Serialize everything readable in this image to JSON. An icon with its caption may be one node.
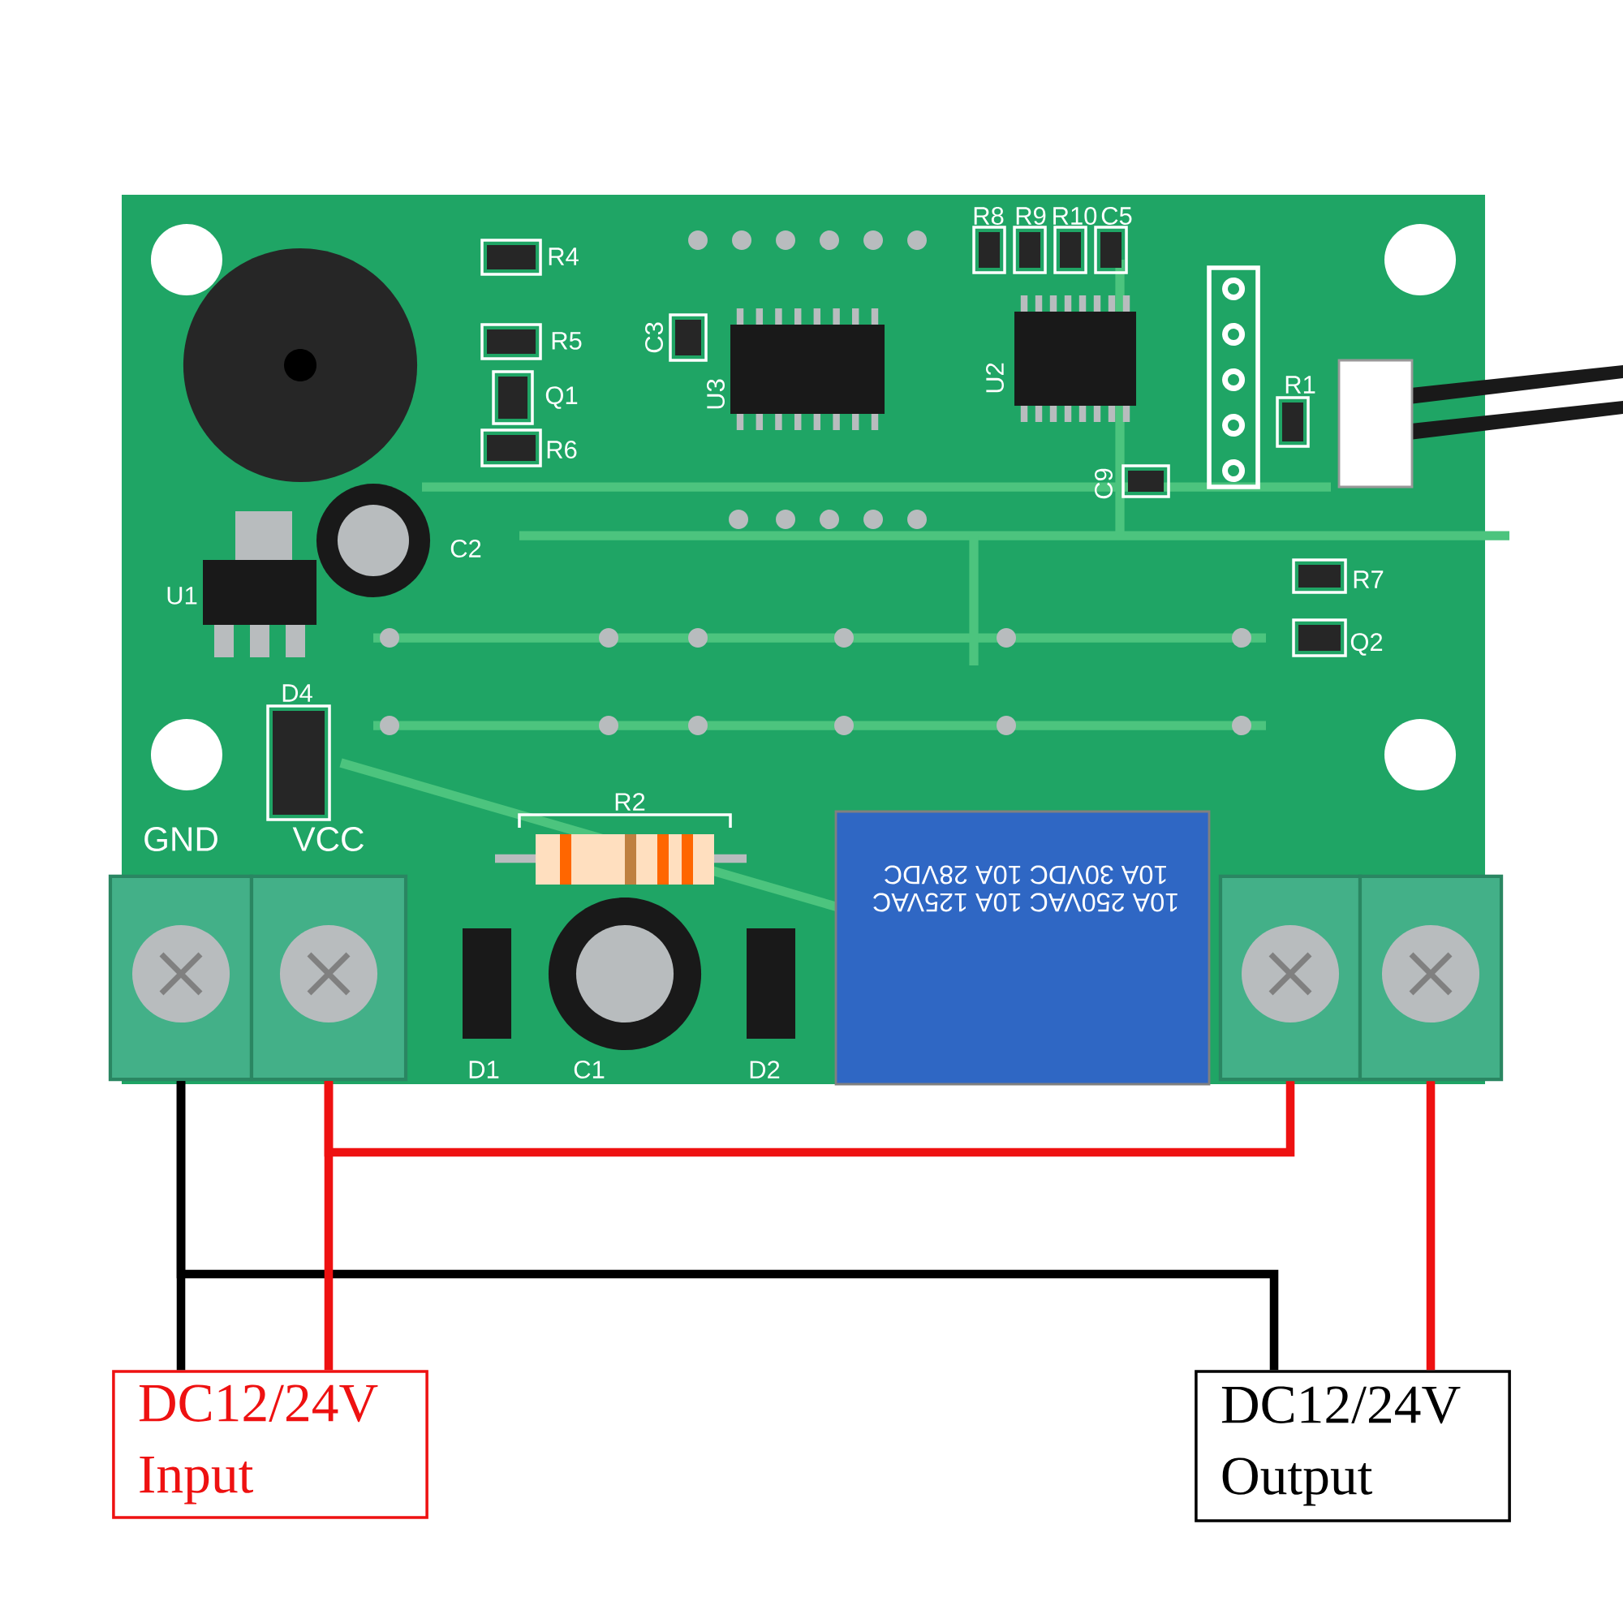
{
  "diagram": {
    "nodes": [
      {
        "text": [
          "GND"
        ]
      },
      {
        "text": [
          "VCC"
        ]
      },
      {
        "text": [],
        "shape": "box"
      },
      {
        "text": [],
        "shape": "box"
      },
      {
        "text": [
          "DC12/24V Input"
        ]
      },
      {
        "text": [
          "DC12/24V Output"
        ]
      }
    ],
    "edges": [
      {
        "from": 0,
        "to": 4,
        "arrow": "none",
        "color": "#000000"
      },
      {
        "from": 0,
        "to": 5,
        "arrow": "none",
        "color": "#000000"
      },
      {
        "from": 1,
        "to": 4,
        "arrow": "none"
      },
      {
        "from": 1,
        "to": 2,
        "arrow": "none"
      },
      {
        "from": 3,
        "to": 5,
        "arrow": "none"
      }
    ],
    "labels": [
      "R8",
      "R9",
      "R10",
      "C5",
      "R4",
      "R5",
      "Q1",
      "C3",
      "U3",
      "U2",
      "R1",
      "R6",
      "C9",
      "C2",
      "R7",
      "U1",
      "Q2",
      "D4",
      "R2",
      "10A 30VDC 10A 28VDC",
      "10A 250VAC 10A 125VAC",
      "D1",
      "C1",
      "D2"
    ]
  }
}
